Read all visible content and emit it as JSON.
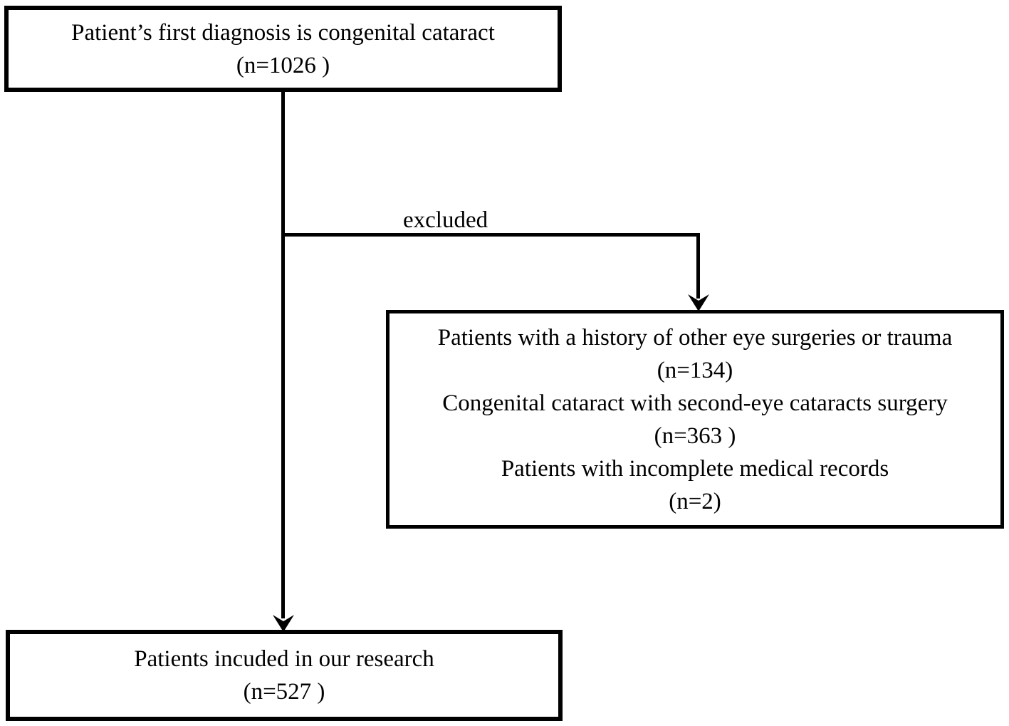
{
  "diagram": {
    "type": "patient-flowchart",
    "colors": {
      "line": "#000000",
      "text": "#000000",
      "background": "#ffffff"
    },
    "nodes": {
      "initial": {
        "line1": "Patient’s first diagnosis is congenital cataract",
        "line2": "(n=1026 )"
      },
      "excluded": {
        "items": [
          {
            "text": "Patients with a history of other eye surgeries or trauma",
            "count": "(n=134)"
          },
          {
            "text": "Congenital cataract with second-eye cataracts surgery",
            "count": "(n=363 )"
          },
          {
            "text": "Patients with incomplete medical records",
            "count": "(n=2)"
          }
        ]
      },
      "included": {
        "line1": "Patients incuded in our research",
        "line2": "(n=527 )"
      }
    },
    "edges": {
      "excluded_label": "excluded"
    }
  }
}
